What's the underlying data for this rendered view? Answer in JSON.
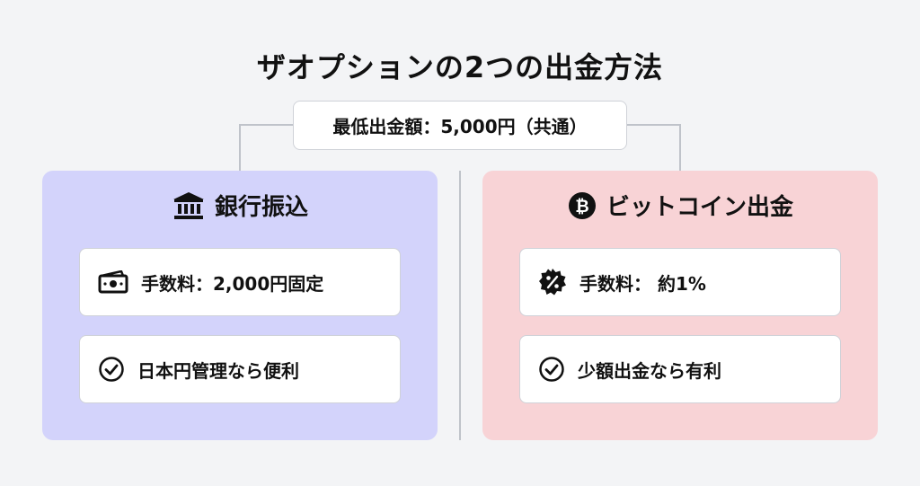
{
  "title": "ザオプションの2つの出金方法",
  "minimum": "最低出金額：5,000円（共通）",
  "colors": {
    "left_panel": "#d3d3fb",
    "right_panel": "#f8d3d6"
  },
  "left": {
    "heading": "銀行振込",
    "heading_icon": "bank-icon",
    "items": [
      {
        "text": "手数料：2,000円固定",
        "icon": "cash-icon"
      },
      {
        "text": "日本円管理なら便利",
        "icon": "check-circle-icon"
      }
    ]
  },
  "right": {
    "heading": "ビットコイン出金",
    "heading_icon": "bitcoin-icon",
    "items": [
      {
        "text": "手数料： 約1%",
        "icon": "percent-badge-icon"
      },
      {
        "text": "少額出金なら有利",
        "icon": "check-circle-icon"
      }
    ]
  }
}
